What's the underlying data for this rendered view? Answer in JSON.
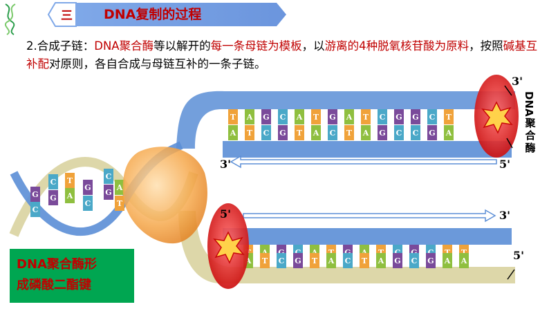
{
  "banner": {
    "number": "三",
    "title": "DNA复制的过程"
  },
  "paragraph": {
    "p1": "2.合成子链：",
    "p2": "DNA聚合酶",
    "p3": "等以解开的",
    "p4": "每一条母链为模板",
    "p5": "，以",
    "p6": "游离的4种脱氧核苷酸为原料",
    "p7": "，按照",
    "p8": "碱基互补配",
    "p9": "对原则，各自合成与母链互补的一条子链。"
  },
  "enzyme_label": {
    "line1": "DNA聚合酶形",
    "line2": "成磷酸二酯键"
  },
  "vertical_label": "DNA聚合酶",
  "ends": {
    "top_right_3": "3'",
    "top_arrow_left_3": "3'",
    "top_arrow_right_5": "5'",
    "bottom_arrow_left_5": "5'",
    "bottom_arrow_right_3": "3'",
    "bottom_right_5": "5'"
  },
  "strands": {
    "top_upper": [
      "T",
      "A",
      "G",
      "C",
      "A",
      "T",
      "G",
      "A",
      "T",
      "C",
      "G",
      "G",
      "C",
      "T"
    ],
    "top_lower": [
      "A",
      "T",
      "C",
      "G",
      "T",
      "A",
      "C",
      "T",
      "A",
      "G",
      "C",
      "C",
      "G",
      "A"
    ],
    "bottom_upper": [
      "T",
      "A",
      "G",
      "C",
      "A",
      "T",
      "G",
      "A",
      "T",
      "C",
      "G",
      "C",
      "T",
      "T"
    ],
    "bottom_lower": [
      "A",
      "T",
      "C",
      "G",
      "T",
      "A",
      "C",
      "T",
      "A",
      "G",
      "C",
      "G",
      "A",
      "A"
    ],
    "helix_upper": [
      "G",
      "C",
      "T",
      "G",
      "C",
      "A"
    ],
    "helix_lower": [
      "C",
      "G",
      "A",
      "C",
      "G",
      "T"
    ]
  },
  "colors": {
    "title_red": "#c00000",
    "backbone_blue": "#5b8ed6",
    "backbone_tan": "#ddd7a9",
    "A": "#8fbf3f",
    "T": "#f0a23a",
    "G": "#7a4a9a",
    "C": "#4aa8c8",
    "label_green": "#00a651",
    "enzyme_orange": "#f5a74a",
    "red_enzyme": "#e01b1b"
  }
}
